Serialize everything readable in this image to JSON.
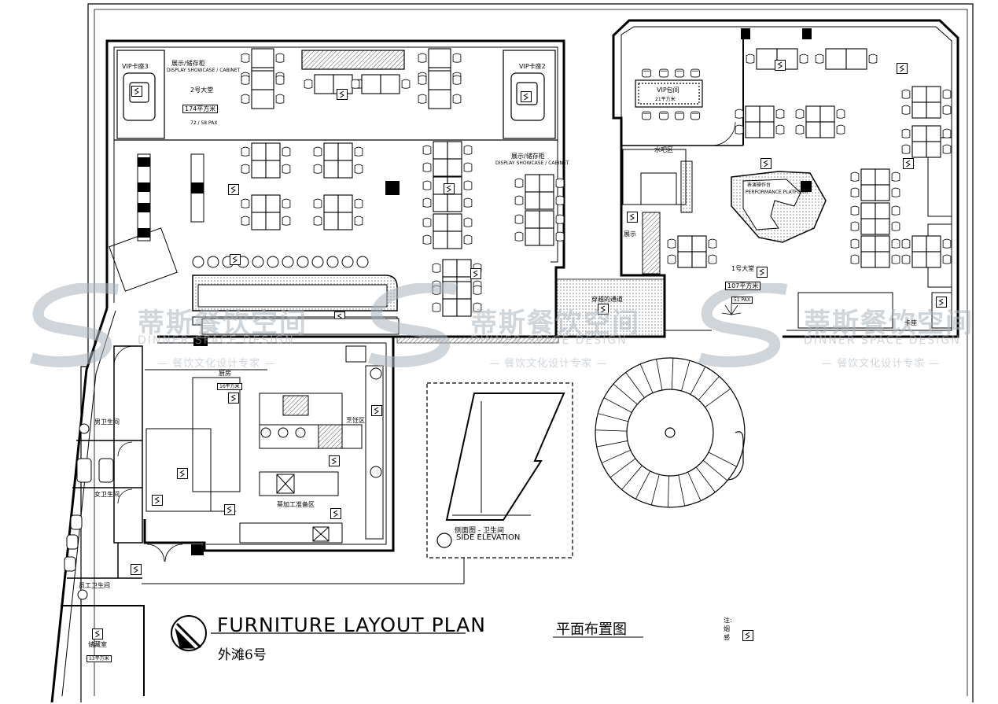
{
  "title_en": "FURNITURE LAYOUT PLAN",
  "title_cn": "平面布置图",
  "subtitle": "外滩6号",
  "side_elevation": {
    "cn": "侧面图 - 卫生间",
    "en": "SIDE ELEVATION"
  },
  "note": {
    "l1": "注:",
    "l2": "烟",
    "l3": "感"
  },
  "watermark": {
    "cn": "蒂斯餐饮空间",
    "en": "DINNER SPACE DESIGN",
    "sub": "— 餐饮文化设计专家 —"
  },
  "rooms": {
    "vip3": "VIP卡座3",
    "vip2": "VIP卡座2",
    "display_top": "展示/储存柜",
    "display_top_en": "DISPLAY SHOWCASE / CABINET",
    "hall2": "2号大堂",
    "hall2_area": "174平方米",
    "hall2_pax": "72 / 58 PAX",
    "display_mid": "展示/储存柜",
    "display_mid_en": "DISPLAY SHOWCASE / CABINET",
    "kitchen": "厨房",
    "kitchen_area": "16平方米",
    "cooking": "烹饪区",
    "prep": "蒂加工准备区",
    "male_wc": "男卫生间",
    "female_wc": "女卫生间",
    "staff_wc": "员工卫生间",
    "store": "储藏室",
    "store_area": "13平方米",
    "vip_room": "VIP包间",
    "vip_room_area": "21平方米",
    "water_bar": "水吧区",
    "performance": "表演操作台",
    "performance_en": "PERFORMANCE PLATFORM",
    "hall1": "1号大堂",
    "hall1_area": "107平方米",
    "hall1_pax": "51 PAX",
    "display_wine": "展示",
    "corridor": "穿越的通道",
    "booth": "卡座"
  },
  "colors": {
    "line": "#000000",
    "hatch": "#777777",
    "watermark": "#aab2bc"
  }
}
